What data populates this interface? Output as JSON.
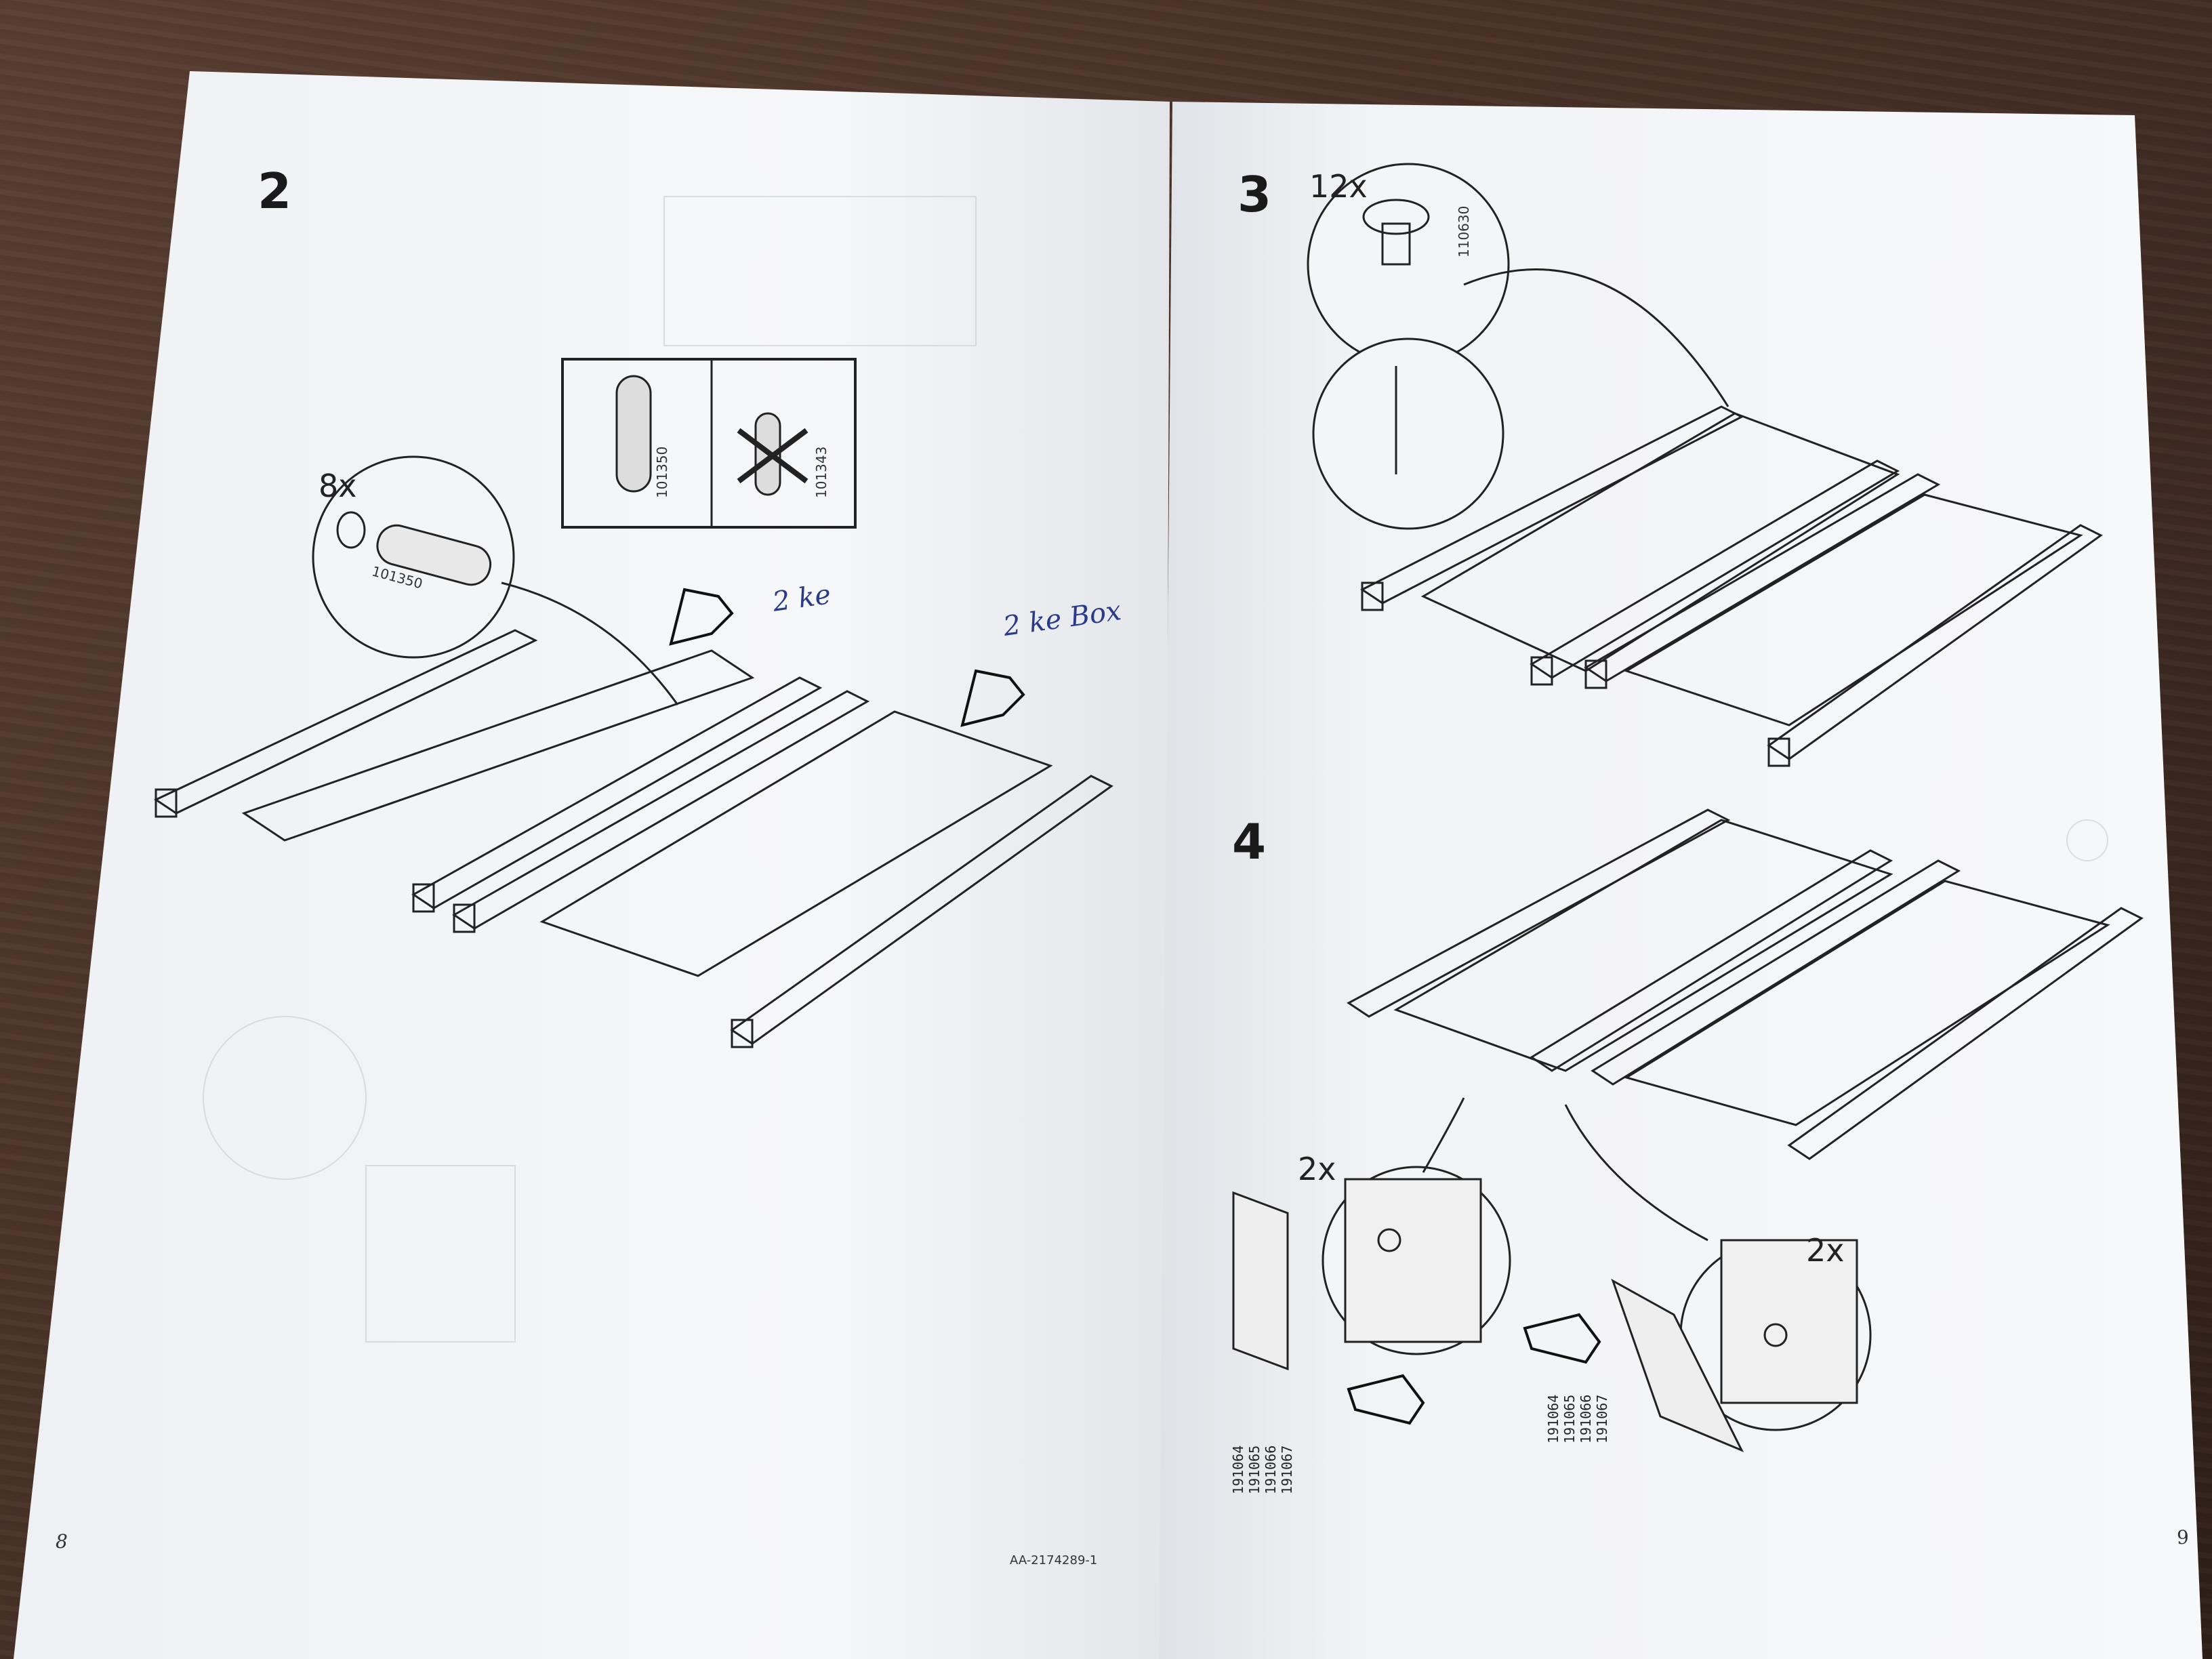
{
  "left_page": {
    "step": "2",
    "quantity": "8x",
    "part_good": "101350",
    "part_bad": "101343",
    "part_zoom": "101350",
    "handwriting_1": "2 ke",
    "handwriting_2": "2 ke Box",
    "page_number": "8",
    "doc_code": "AA-2174289-1"
  },
  "right_page": {
    "step3": "3",
    "step3_quantity": "12x",
    "step3_part": "110630",
    "step4": "4",
    "step4_quantity_left": "2x",
    "step4_quantity_right": "2x",
    "parts_list": "191064\n191065\n191066\n191067",
    "page_number": "9"
  }
}
